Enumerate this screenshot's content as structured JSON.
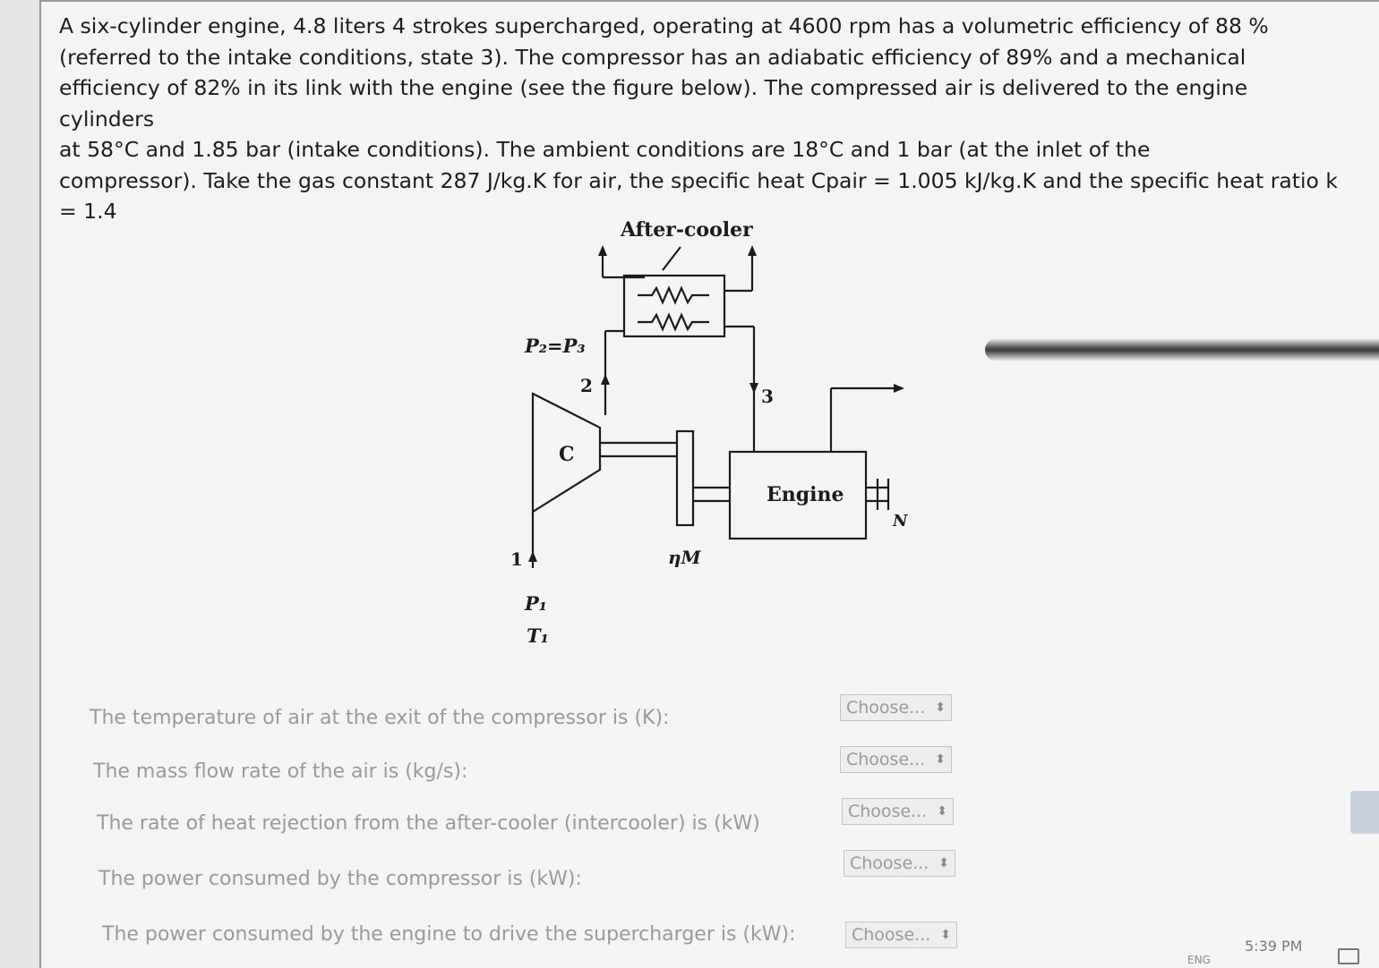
{
  "problem": {
    "line1": "A six-cylinder engine, 4.8 liters 4 strokes supercharged, operating at 4600 rpm has a volumetric efficiency of 88 %",
    "line2": "(referred to the intake conditions, state 3). The compressor has an adiabatic efficiency of 89% and a mechanical",
    "line3": "efficiency of 82% in its link with the engine (see the figure below). The compressed air is delivered to the engine cylinders",
    "line4": "at 58°C and 1.85 bar (intake conditions). The ambient conditions are 18°C and 1 bar (at the inlet of the",
    "line5": "compressor). Take the gas constant 287 J/kg.K for air, the specific heat Cpair = 1.005 kJ/kg.K and the specific heat ratio k",
    "line6": "= 1.4"
  },
  "diagram": {
    "aftercooler_label": "After-cooler",
    "p2p3_label": "P₂=P₃",
    "state2": "2",
    "state3": "3",
    "state1": "1",
    "compressor_label": "C",
    "engine_label": "Engine",
    "eta_label": "ηM",
    "n_label": "N",
    "p1_label": "P₁",
    "t1_label": "T₁"
  },
  "questions": [
    {
      "label": "The temperature of air at the exit of the compressor is (K):",
      "select": "Choose..."
    },
    {
      "label": "The mass flow rate of the air is (kg/s):",
      "select": "Choose..."
    },
    {
      "label": "The rate of heat rejection from the after-cooler (intercooler) is (kW)",
      "select": "Choose..."
    },
    {
      "label": "The power consumed by the compressor is (kW):",
      "select": "Choose..."
    },
    {
      "label": "The power consumed by the engine to drive the supercharger is (kW):",
      "select": "Choose..."
    }
  ],
  "taskbar": {
    "time": "5:39 PM",
    "lang": "ENG"
  }
}
